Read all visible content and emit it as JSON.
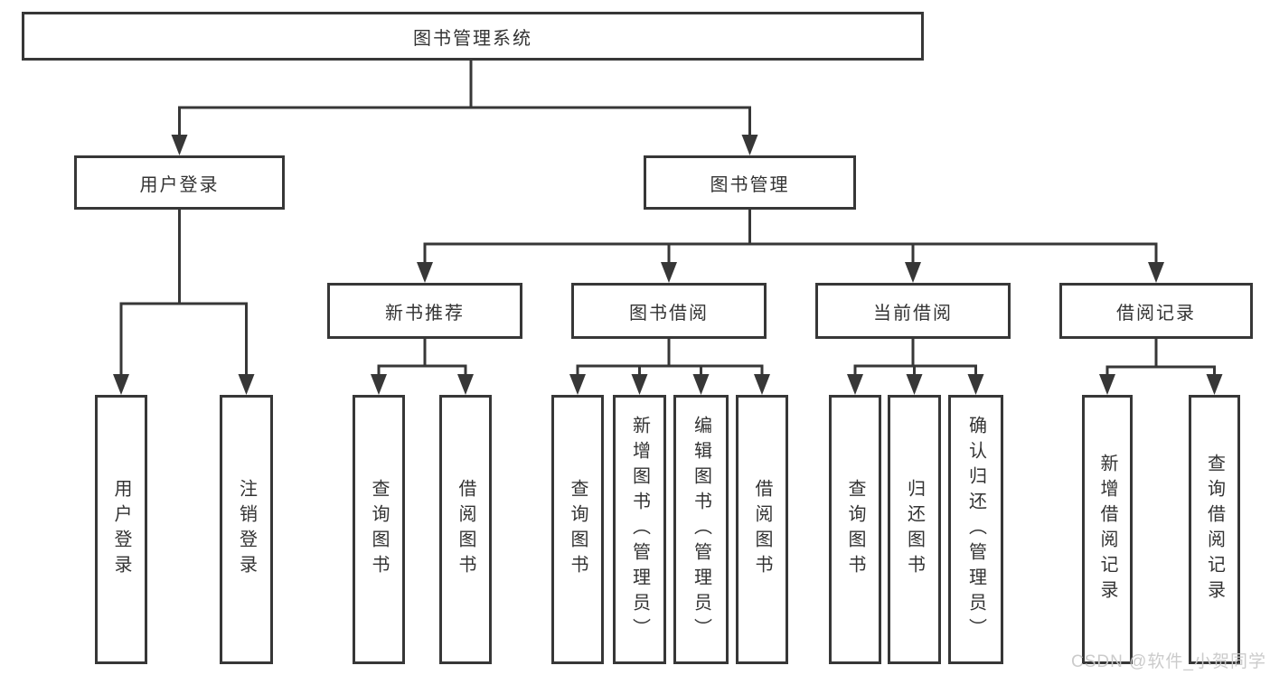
{
  "tree": {
    "label": "图书管理系统",
    "children": [
      {
        "label": "用户登录",
        "children": [
          {
            "label": "用户登录"
          },
          {
            "label": "注销登录"
          }
        ]
      },
      {
        "label": "图书管理",
        "children": [
          {
            "label": "新书推荐",
            "children": [
              {
                "label": "查询图书"
              },
              {
                "label": "借阅图书"
              }
            ]
          },
          {
            "label": "图书借阅",
            "children": [
              {
                "label": "查询图书"
              },
              {
                "label": "新增图书（管理员）"
              },
              {
                "label": "编辑图书（管理员）"
              },
              {
                "label": "借阅图书"
              }
            ]
          },
          {
            "label": "当前借阅",
            "children": [
              {
                "label": "查询图书"
              },
              {
                "label": "归还图书"
              },
              {
                "label": "确认归还（管理员）"
              }
            ]
          },
          {
            "label": "借阅记录",
            "children": [
              {
                "label": "新增借阅记录"
              },
              {
                "label": "查询借阅记录"
              }
            ]
          }
        ]
      }
    ]
  },
  "watermark": "CSDN @软件_小贺同学",
  "colors": {
    "line": "#373737",
    "text": "#333333",
    "background": "#ffffff",
    "watermark": "#c9c9c9"
  }
}
